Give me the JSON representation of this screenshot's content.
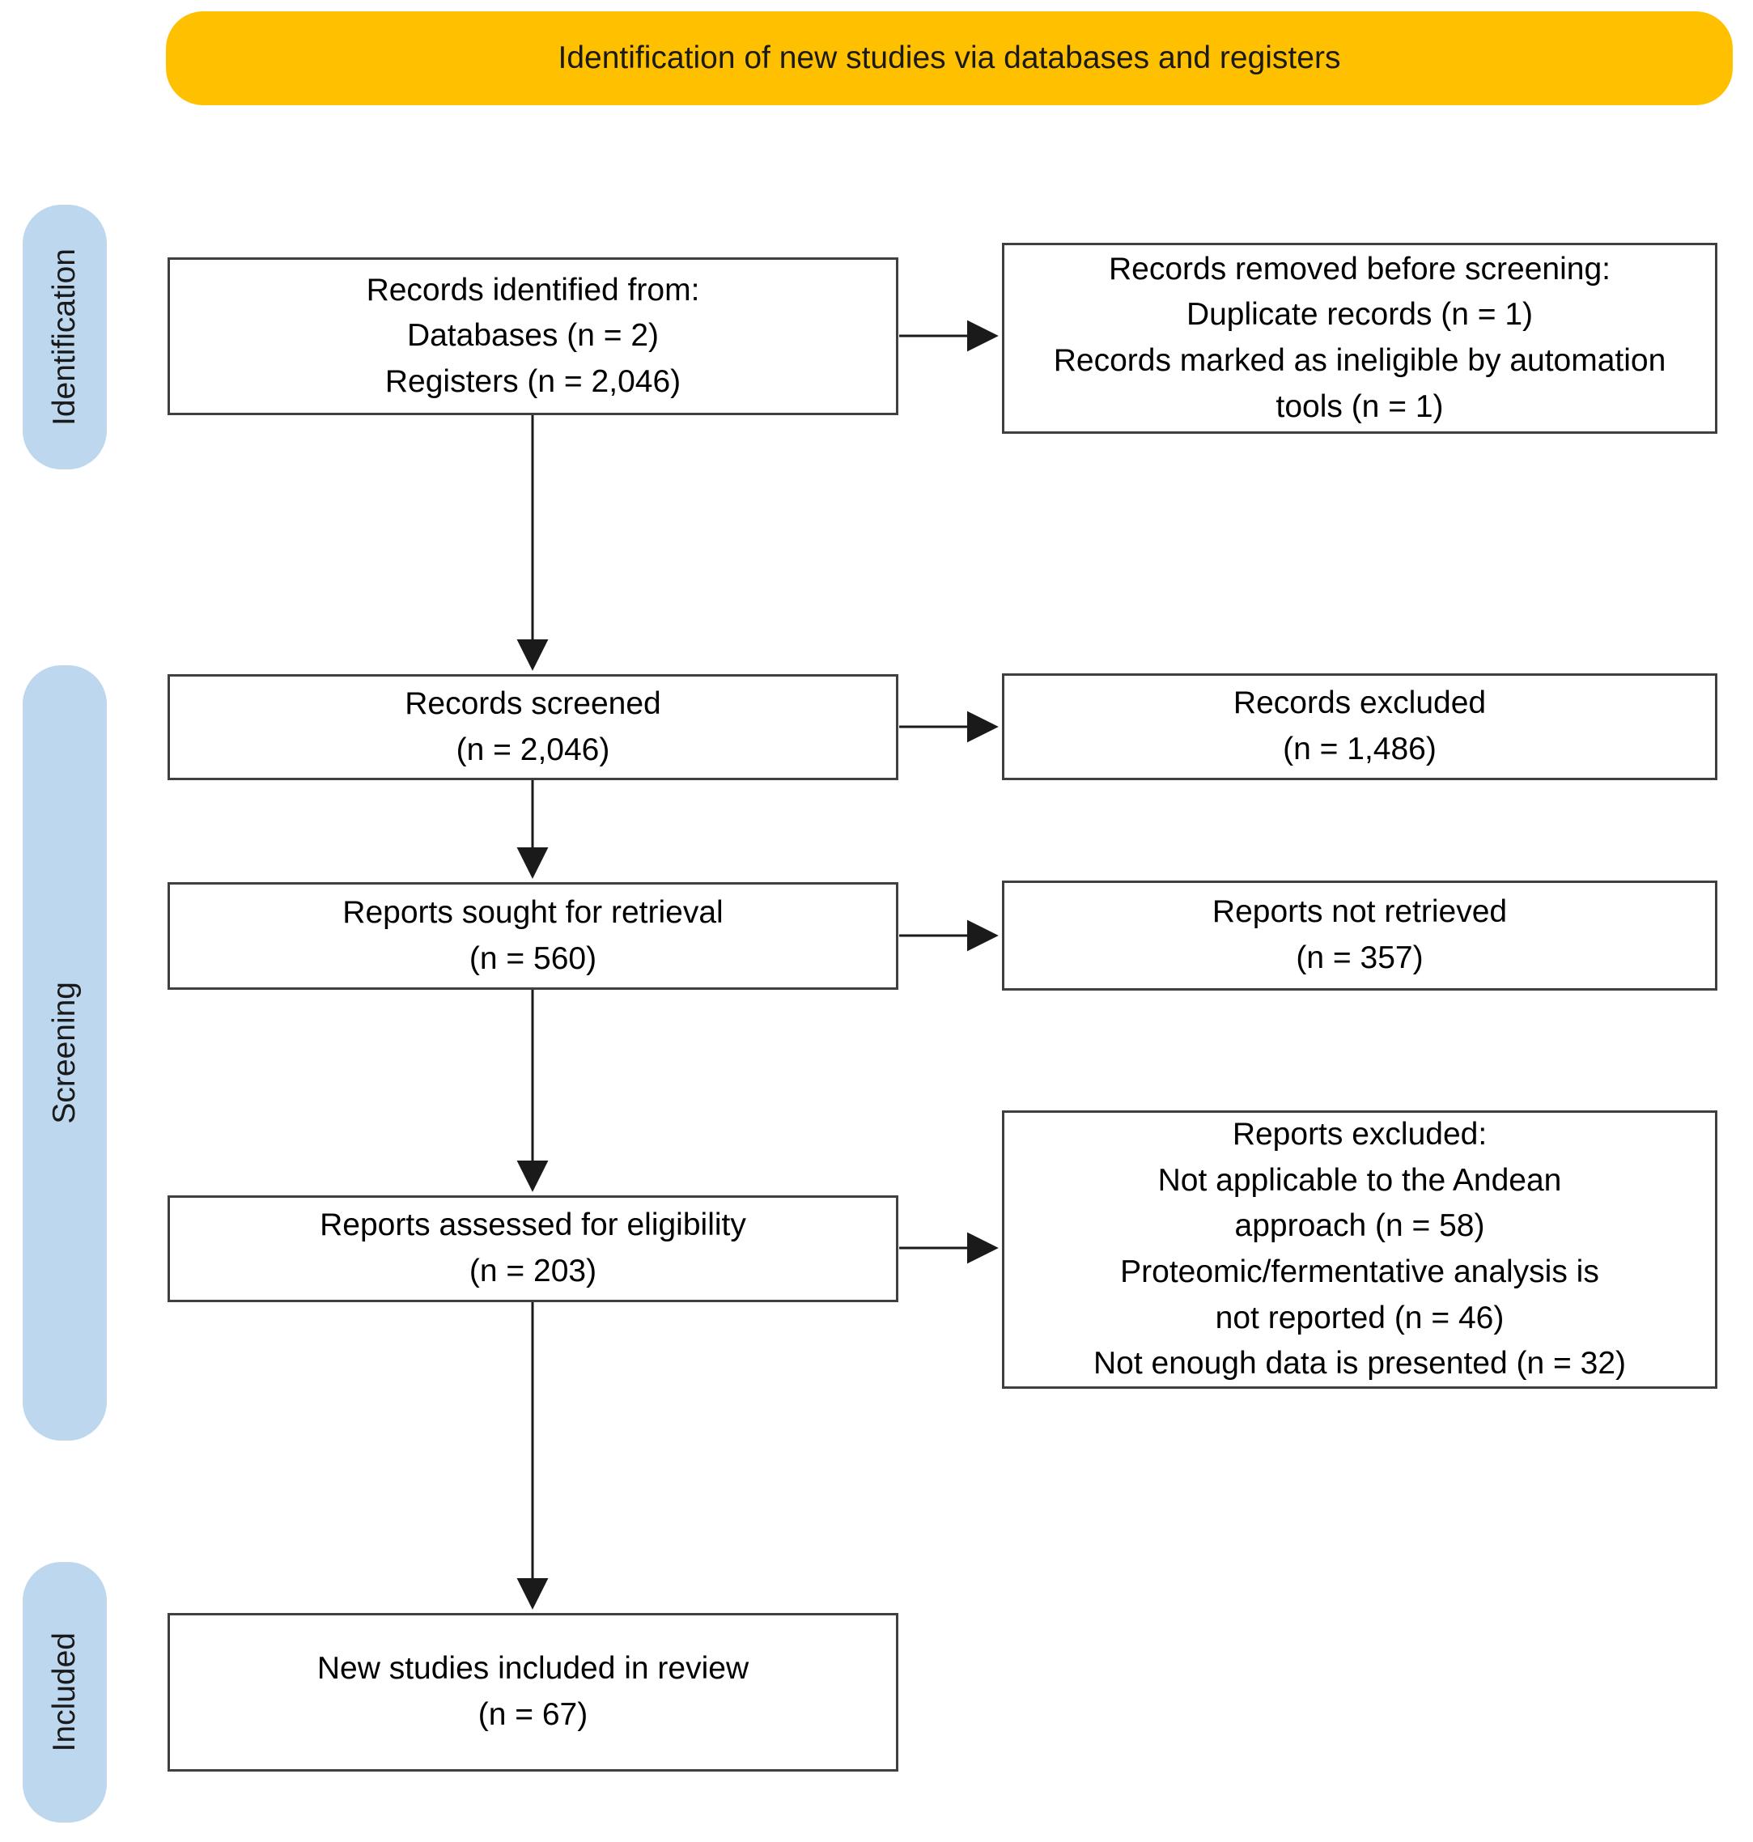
{
  "banner": {
    "label": "Identification of new studies via databases and registers"
  },
  "stages": {
    "identification": "Identification",
    "screening": "Screening",
    "included": "Included"
  },
  "flow": {
    "records_identified": "Records identified from:\nDatabases (n = 2)\nRegisters (n = 2,046)",
    "records_removed": "Records removed before screening:\nDuplicate records (n = 1)\nRecords marked as ineligible by automation\ntools (n = 1)",
    "records_screened": "Records screened\n(n = 2,046)",
    "records_excluded": "Records excluded\n(n = 1,486)",
    "reports_sought": "Reports sought for retrieval\n(n = 560)",
    "reports_not_retrieved": "Reports not retrieved\n(n = 357)",
    "reports_assessed": "Reports assessed for eligibility\n(n = 203)",
    "reports_excluded": "Reports excluded:\nNot applicable to the Andean\napproach (n = 58)\nProteomic/fermentative analysis is\nnot reported (n = 46)\nNot enough data is presented (n = 32)",
    "new_studies_included": "New studies included in review\n(n = 67)"
  },
  "colors": {
    "banner_bg": "#FFC000",
    "stage_bg": "#BDD7EE",
    "box_border": "#404040",
    "arrow": "#1a1a1a"
  }
}
